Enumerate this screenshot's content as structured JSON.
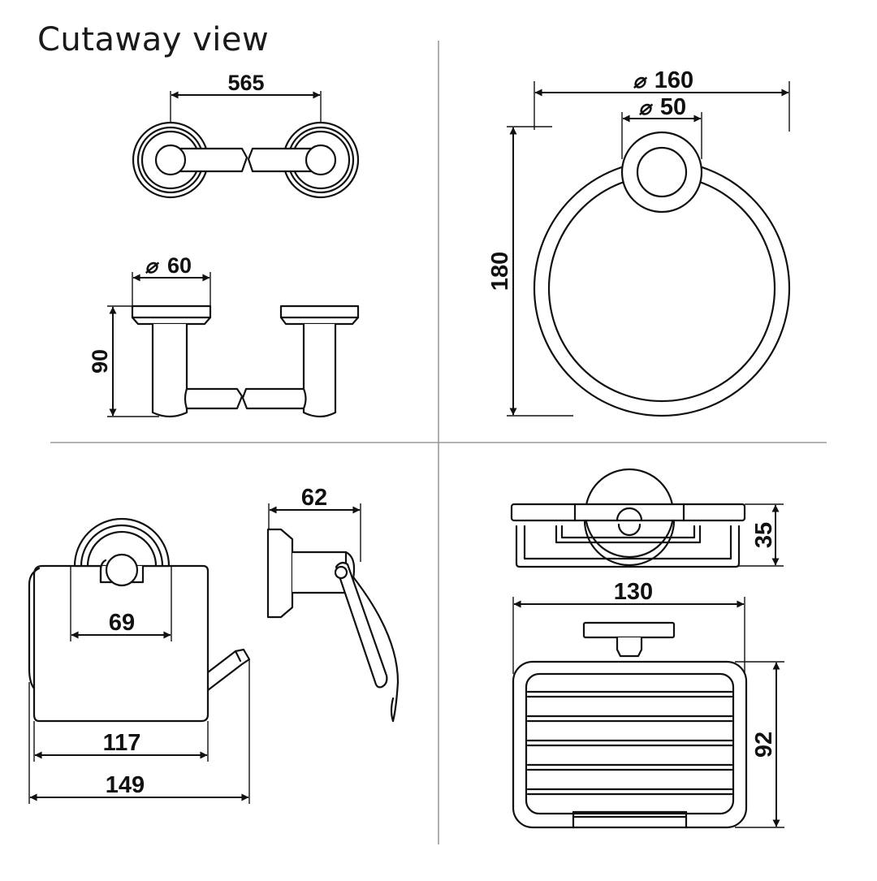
{
  "title": "Cutaway view",
  "symbols": {
    "diameter": "⌀"
  },
  "dims": {
    "bar_length": "565",
    "flange_diameter": "60",
    "holder_depth": "90",
    "ring_diameter": "160",
    "rosette_diameter": "50",
    "ring_height": "180",
    "paper_holder_inner": "69",
    "paper_holder_width": "117",
    "paper_holder_total": "149",
    "paper_holder_depth": "62",
    "basket_height": "35",
    "basket_width": "130",
    "basket_depth": "92"
  },
  "colors": {
    "line": "#111111",
    "divider": "#9a9a9a",
    "background": "#ffffff"
  }
}
